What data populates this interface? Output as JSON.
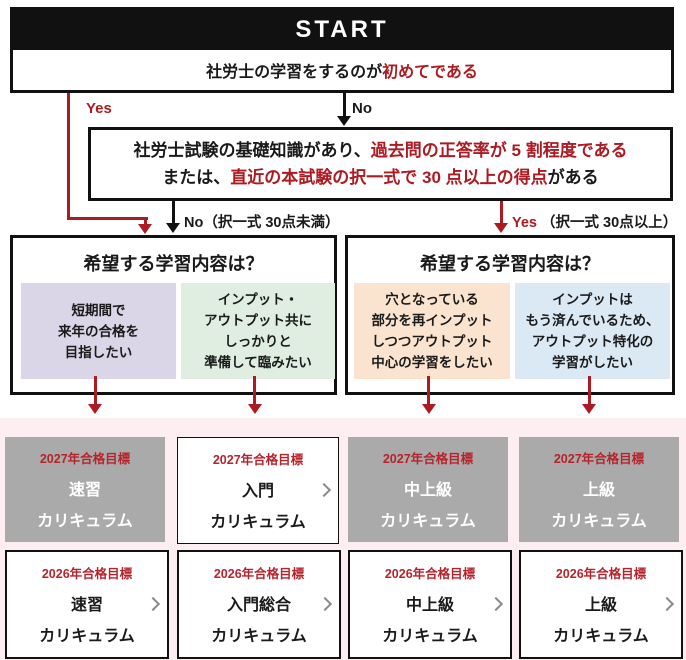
{
  "colors": {
    "accent_red": "#ac1a22",
    "card_year_red": "#b5242c",
    "ink_black": "#111111",
    "gray_card_bg": "#aaaaaa",
    "pink_band_bg": "#fdeff1",
    "option_purple": "#dbd5e8",
    "option_green": "#dfeee0",
    "option_orange": "#fbe4cf",
    "option_blue": "#dbe9f5",
    "chevron_gray": "#8a8a8a"
  },
  "flow": {
    "start_label": "START",
    "q1": {
      "pre": "社労士の学習をするのが",
      "highlight": "初めてである"
    },
    "label_yes": "Yes",
    "label_no": "No",
    "q2": {
      "l1_pre": "社労士試験の基礎知識があり、",
      "l1_red": "過去問の正答率が 5 割程度である",
      "l2_pre": "または、",
      "l2_red": "直近の本試験の択一式で 30 点以上の得点",
      "l2_post": "がある"
    },
    "branch_no": {
      "label": "No",
      "note": "（択一式 30点未満）"
    },
    "branch_yes": {
      "label": "Yes",
      "note": "（択一式 30点以上）"
    },
    "left_box": {
      "title": "希望する学習内容は？",
      "opt1": {
        "l1": "短期間で",
        "l2": "来年の合格を",
        "l3": "目指したい"
      },
      "opt2": {
        "l1": "インプット・",
        "l2": "アウトプット共に",
        "l3": "しっかりと",
        "l4": "準備して臨みたい"
      }
    },
    "right_box": {
      "title": "希望する学習内容は？",
      "opt1": {
        "l1": "穴となっている",
        "l2": "部分を再インプット",
        "l3": "しつつアウトプット",
        "l4": "中心の学習をしたい"
      },
      "opt2": {
        "l1": "インプットは",
        "l2": "もう済んでいるため、",
        "l3": "アウトプット特化の",
        "l4": "学習がしたい"
      }
    }
  },
  "cards": [
    {
      "year": "2027年合格目標",
      "name": "速習",
      "suffix": "カリキュラム"
    },
    {
      "year": "2027年合格目標",
      "name": "入門",
      "suffix": "カリキュラム"
    },
    {
      "year": "2027年合格目標",
      "name": "中上級",
      "suffix": "カリキュラム"
    },
    {
      "year": "2027年合格目標",
      "name": "上級",
      "suffix": "カリキュラム"
    },
    {
      "year": "2026年合格目標",
      "name": "速習",
      "suffix": "カリキュラム"
    },
    {
      "year": "2026年合格目標",
      "name": "入門総合",
      "suffix": "カリキュラム"
    },
    {
      "year": "2026年合格目標",
      "name": "中上級",
      "suffix": "カリキュラム"
    },
    {
      "year": "2026年合格目標",
      "name": "上級",
      "suffix": "カリキュラム"
    }
  ]
}
